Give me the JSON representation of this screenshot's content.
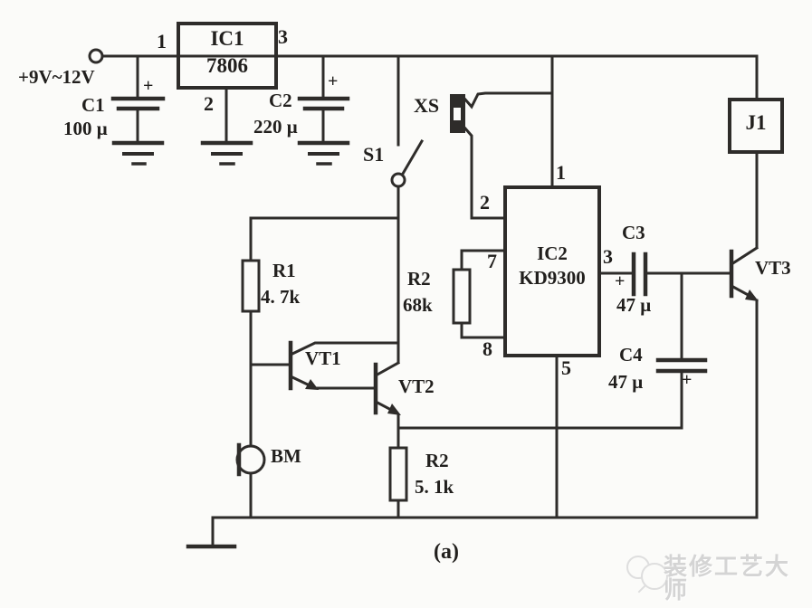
{
  "figure_label": "(a)",
  "watermark": {
    "text": "装修工艺大师",
    "logo": "bird-logo"
  },
  "power_input": {
    "label": "+9V~12V"
  },
  "ic1": {
    "name": "IC1",
    "part": "7806",
    "pins": {
      "p1": "1",
      "p2": "2",
      "p3": "3"
    }
  },
  "ic2": {
    "name": "IC2",
    "part": "KD9300",
    "pins": {
      "p1": "1",
      "p2": "2",
      "p3": "3",
      "p5": "5",
      "p7": "7",
      "p8": "8"
    }
  },
  "c1": {
    "name": "C1",
    "value": "100 μ",
    "plus": "+"
  },
  "c2": {
    "name": "C2",
    "value": "220 μ",
    "plus": "+"
  },
  "c3": {
    "name": "C3",
    "value": "47 μ",
    "plus": "+"
  },
  "c4": {
    "name": "C4",
    "value": "47 μ",
    "plus": "+"
  },
  "r1": {
    "name": "R1",
    "value": "4. 7k"
  },
  "r2a": {
    "name": "R2",
    "value": "68k"
  },
  "r2b": {
    "name": "R2",
    "value": "5. 1k"
  },
  "vt1": {
    "name": "VT1"
  },
  "vt2": {
    "name": "VT2"
  },
  "vt3": {
    "name": "VT3"
  },
  "s1": {
    "name": "S1"
  },
  "xs": {
    "name": "XS"
  },
  "bm": {
    "name": "BM"
  },
  "j1": {
    "name": "J1"
  },
  "colors": {
    "line": "#2e2c2a",
    "paper": "#fbfbf9",
    "watermark": "#d4d4d4"
  }
}
